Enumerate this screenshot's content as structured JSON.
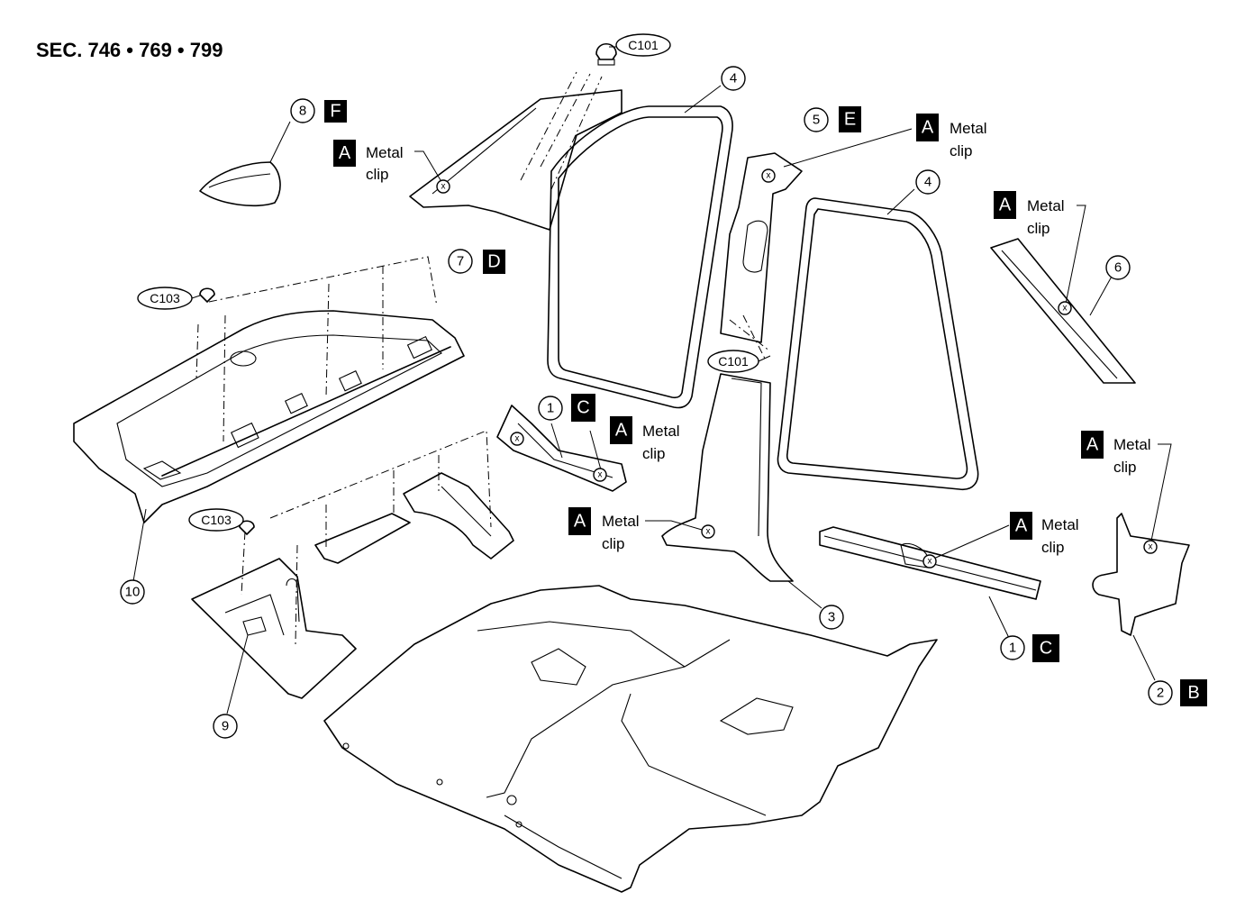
{
  "header": {
    "section": "SEC. 746 • 769 • 799"
  },
  "connector_codes": {
    "c101_top": "C101",
    "c101_mid": "C101",
    "c103_left": "C103",
    "c103_low": "C103"
  },
  "part_numbers": {
    "p1a": "1",
    "p1b": "1",
    "p2": "2",
    "p3": "3",
    "p4a": "4",
    "p4b": "4",
    "p5": "5",
    "p6": "6",
    "p7": "7",
    "p8": "8",
    "p9": "9",
    "p10": "10"
  },
  "letter_tags": {
    "t1": "F",
    "t2": "A",
    "t3": "D",
    "t4": "E",
    "t5": "A",
    "t6": "A",
    "t7": "C",
    "t8": "A",
    "t9": "A",
    "t10": "A",
    "t11": "A",
    "t12": "C",
    "t13": "B"
  },
  "metal_clip": {
    "line1": "Metal",
    "line2": "clip"
  }
}
